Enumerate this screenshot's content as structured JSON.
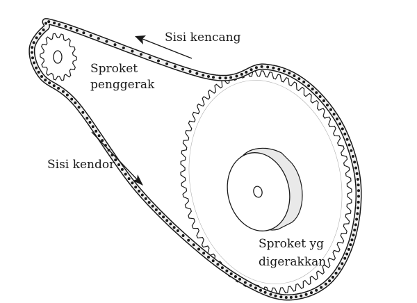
{
  "labels": {
    "tight_side": "Sisi kencang",
    "driver_sprocket_line1": "Sproket",
    "driver_sprocket_line2": "penggerak",
    "slack_side": "Sisi kendor",
    "driven_sprocket_line1": "Sproket yg",
    "driven_sprocket_line2": "digerakkan"
  },
  "colors": {
    "ink": "#1a1a1a",
    "chain_fill": "#f2f2f2",
    "paper": "#ffffff"
  }
}
